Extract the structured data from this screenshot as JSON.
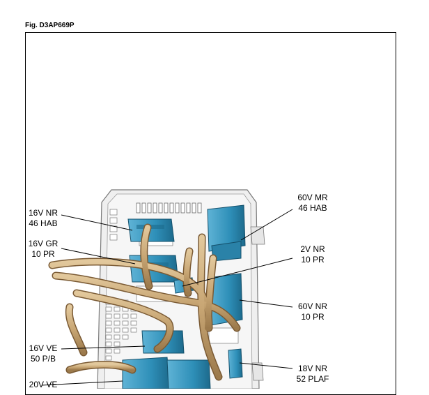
{
  "figure": {
    "label": "Fig. D3AP669P"
  },
  "callouts": {
    "c16v_nr": {
      "line1": "16V NR",
      "line2": "46 HAB"
    },
    "c16v_gr": {
      "line1": "16V GR",
      "line2": "10 PR"
    },
    "c16v_ve": {
      "line1": "16V VE",
      "line2": "50 P/B"
    },
    "c20v_ve": {
      "line1": "20V VE"
    },
    "c60v_mr": {
      "line1": "60V MR",
      "line2": "46 HAB"
    },
    "c2v_nr": {
      "line1": "2V NR",
      "line2": "10 PR"
    },
    "c60v_nr": {
      "line1": "60V NR",
      "line2": "10 PR"
    },
    "c18v_nr": {
      "line1": "18V NR",
      "line2": "52 PLAF"
    }
  },
  "colors": {
    "connector": "#2e8fb8",
    "connector_dark": "#1d6a8c",
    "harness": "#c8a878",
    "harness_dark": "#8a6a42",
    "housing": "#ececec",
    "housing_line": "#8a8a8a"
  }
}
